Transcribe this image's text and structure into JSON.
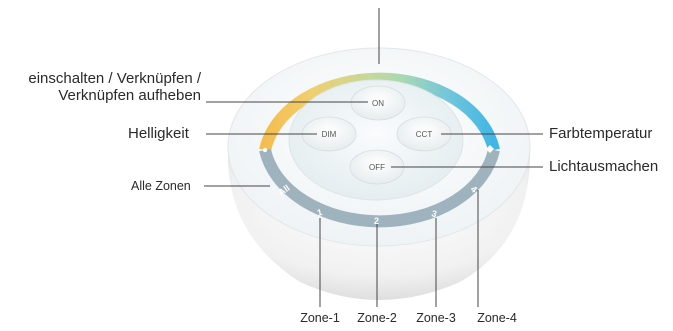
{
  "labels": {
    "on_line1": "einschalten / Verknüpfen /",
    "on_line2": "Verknüpfen aufheben",
    "brightness": "Helligkeit",
    "all_zones": "Alle Zonen",
    "color_temperature": "Farbtemperatur",
    "light_off": "Lichtausmachen",
    "zone1": "Zone-1",
    "zone2": "Zone-2",
    "zone3": "Zone-3",
    "zone4": "Zone-4"
  },
  "buttons": {
    "on": "ON",
    "dim": "DIM",
    "cct": "CCT",
    "off": "OFF"
  },
  "ring_marks": {
    "all": "All",
    "z1": "1",
    "z2": "2",
    "z3": "3",
    "z4": "4"
  },
  "colors": {
    "ring_warm": "#f5bd4f",
    "ring_mid": "#a9d59a",
    "ring_cool": "#3fb6e6",
    "ring_gray": "#9fb3bf",
    "leader": "#444444"
  }
}
